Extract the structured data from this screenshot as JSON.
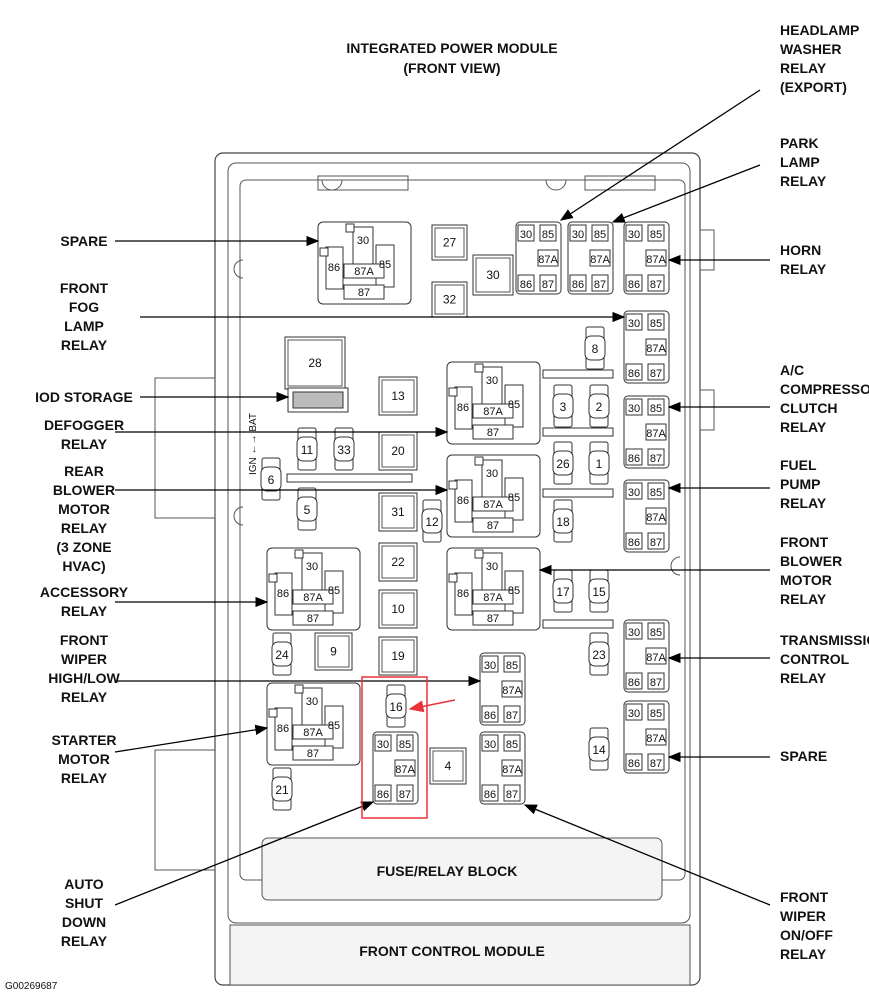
{
  "title": {
    "line1": "INTEGRATED POWER MODULE",
    "line2": "(FRONT VIEW)"
  },
  "block_label": "FUSE/RELAY BLOCK",
  "module_label": "FRONT CONTROL MODULE",
  "figure_id": "G00269687",
  "ign_bat_label": "IGN ←→ BAT",
  "highlight_color": "#e8333a",
  "left_labels": [
    {
      "lines": [
        "SPARE"
      ]
    },
    {
      "lines": [
        "FRONT",
        "FOG",
        "LAMP",
        "RELAY"
      ]
    },
    {
      "lines": [
        "IOD STORAGE"
      ]
    },
    {
      "lines": [
        "DEFOGGER",
        "RELAY"
      ]
    },
    {
      "lines": [
        "REAR",
        "BLOWER",
        "MOTOR",
        "RELAY",
        "(3 ZONE",
        "HVAC)"
      ]
    },
    {
      "lines": [
        "ACCESSORY",
        "RELAY"
      ]
    },
    {
      "lines": [
        "FRONT",
        "WIPER",
        "HIGH/LOW",
        "RELAY"
      ]
    },
    {
      "lines": [
        "STARTER",
        "MOTOR",
        "RELAY"
      ]
    },
    {
      "lines": [
        "AUTO",
        "SHUT",
        "DOWN",
        "RELAY"
      ]
    }
  ],
  "right_labels": [
    {
      "lines": [
        "HEADLAMP",
        "WASHER",
        "RELAY",
        "(EXPORT)"
      ]
    },
    {
      "lines": [
        "PARK",
        "LAMP",
        "RELAY"
      ]
    },
    {
      "lines": [
        "HORN",
        "RELAY"
      ]
    },
    {
      "lines": [
        "A/C",
        "COMPRESSOR",
        "CLUTCH",
        "RELAY"
      ]
    },
    {
      "lines": [
        "FUEL",
        "PUMP",
        "RELAY"
      ]
    },
    {
      "lines": [
        "FRONT",
        "BLOWER",
        "MOTOR",
        "RELAY"
      ]
    },
    {
      "lines": [
        "TRANSMISSION",
        "CONTROL",
        "RELAY"
      ]
    },
    {
      "lines": [
        "SPARE"
      ]
    },
    {
      "lines": [
        "FRONT",
        "WIPER",
        "ON/OFF",
        "RELAY"
      ]
    }
  ],
  "large_relay_pins": [
    "30",
    "86",
    "87A",
    "85",
    "87"
  ],
  "micro_relay_pins": [
    "30",
    "85",
    "87A",
    "86",
    "87"
  ],
  "cartridge_fuses": [
    "27",
    "30",
    "32",
    "28",
    "13",
    "20",
    "31",
    "22",
    "10",
    "19",
    "9",
    "4"
  ],
  "mini_fuses": [
    "8",
    "3",
    "2",
    "26",
    "1",
    "18",
    "17",
    "15",
    "23",
    "14",
    "11",
    "33",
    "6",
    "5",
    "12",
    "24",
    "21",
    "16"
  ]
}
